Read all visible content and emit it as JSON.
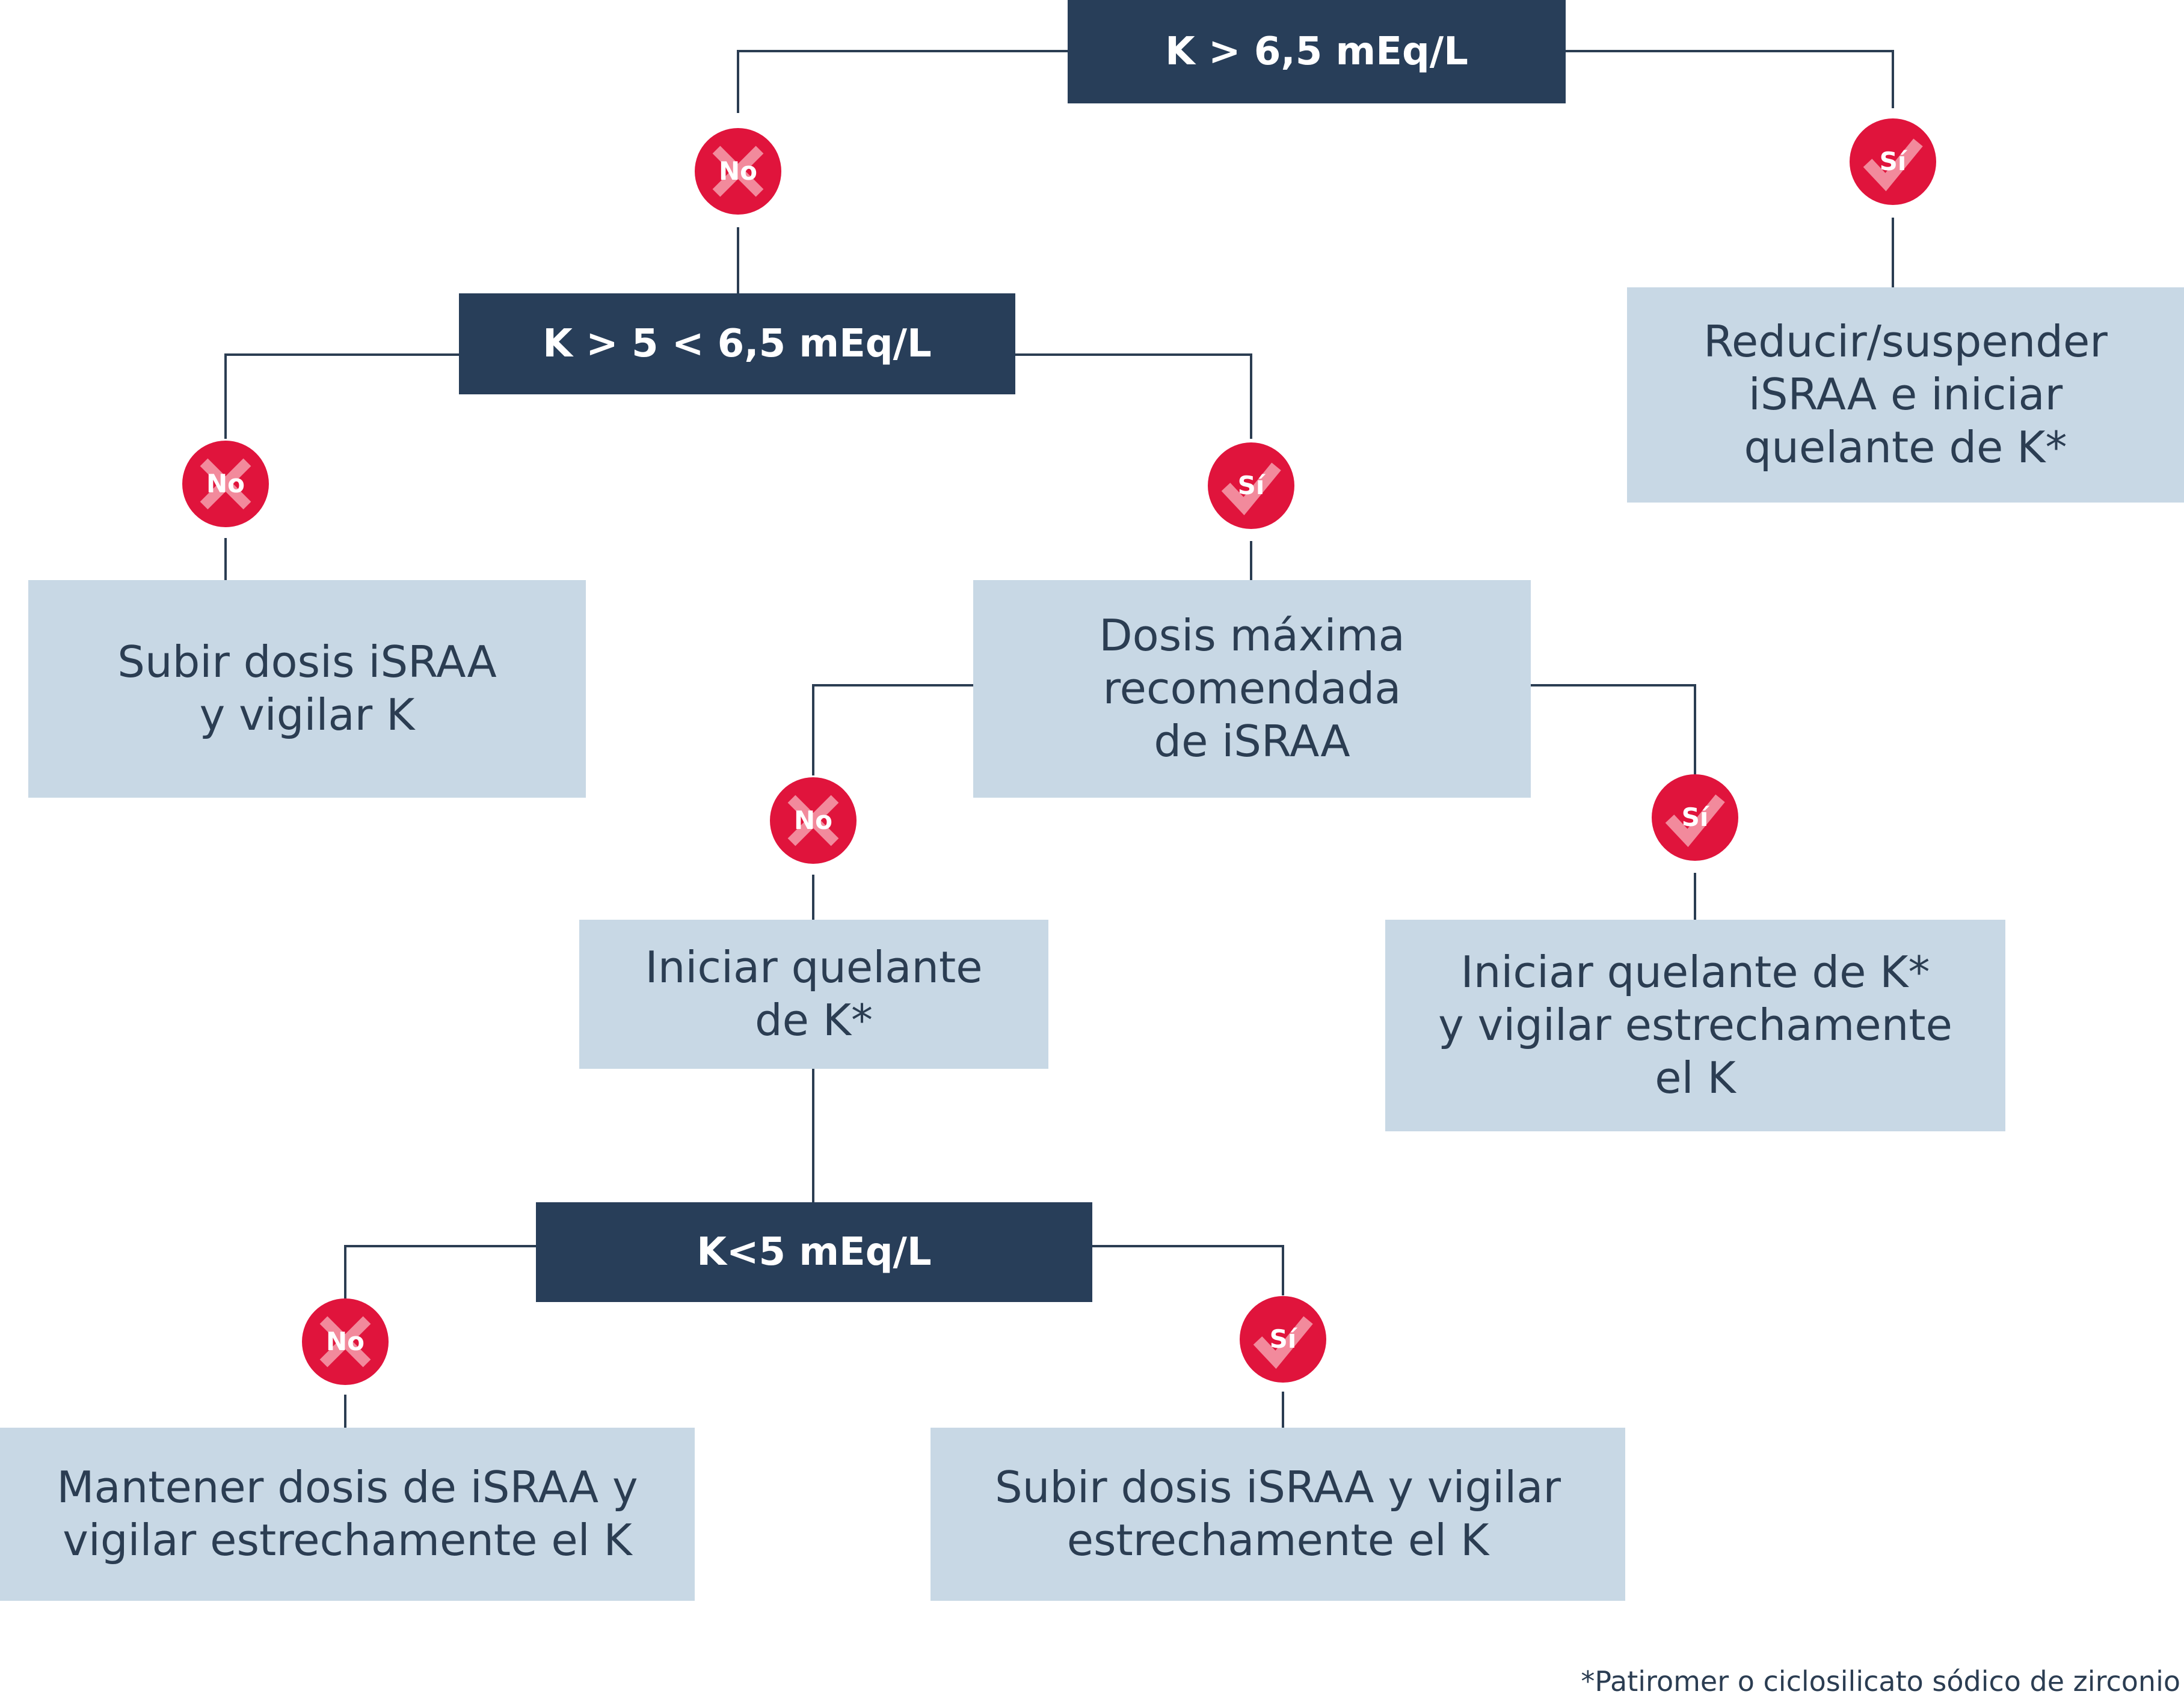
{
  "nodes": {
    "q_k_gt_65": {
      "text": "K > 6,5 mEq/L"
    },
    "q_k_5_65": {
      "text": "K > 5 < 6,5 mEq/L"
    },
    "q_k_lt_5": {
      "text": "K<5 mEq/L"
    },
    "reducir": {
      "lines": [
        "Reducir/suspender",
        "iSRAA e iniciar",
        "quelante de K*"
      ]
    },
    "subir_vigilar": {
      "lines": [
        "Subir dosis iSRAA",
        "y vigilar K"
      ]
    },
    "dosis_maxima": {
      "lines": [
        "Dosis máxima",
        "recomendada",
        "de iSRAA"
      ]
    },
    "iniciar_quelante": {
      "lines": [
        "Iniciar quelante",
        "de K*"
      ]
    },
    "iniciar_vigilar": {
      "lines": [
        "Iniciar quelante de K*",
        "y vigilar estrechamente",
        "el K"
      ]
    },
    "mantener": {
      "lines": [
        "Mantener dosis de iSRAA y",
        "vigilar estrechamente el K"
      ]
    },
    "subir_estrecho": {
      "lines": [
        "Subir dosis iSRAA y vigilar",
        "estrechamente el K"
      ]
    }
  },
  "badges": {
    "no": "No",
    "si": "Sí"
  },
  "colors": {
    "dark_box": "#283e59",
    "light_box": "#c8d8e5",
    "badge": "#e0143c",
    "connector": "#2b3d52"
  },
  "footnote": "*Patiromer o ciclosilicato sódico de zirconio"
}
